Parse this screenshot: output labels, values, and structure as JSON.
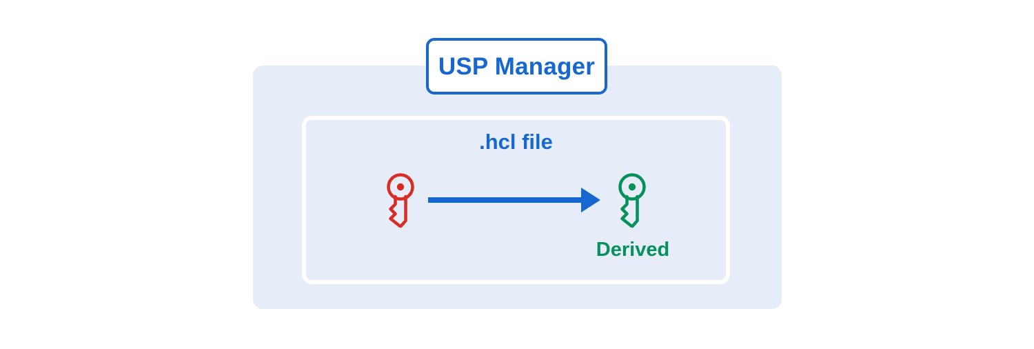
{
  "diagram": {
    "title": "USP Manager",
    "container": {
      "label": "USP Manager",
      "fill_color": "#e7ecf9",
      "border_color": "#1668d0"
    },
    "inner_box": {
      "label": ".hcl file",
      "fill_color": "#e7ecf9",
      "border_color": "#ffffff",
      "label_color": "#1668d0"
    },
    "nodes": [
      {
        "id": "source-key",
        "icon": "key-icon",
        "color": "#d82d24",
        "caption": ""
      },
      {
        "id": "derived-key",
        "icon": "key-icon",
        "color": "#07915a",
        "caption": "Derived"
      }
    ],
    "edges": [
      {
        "id": "derivation-arrow",
        "from": "source-key",
        "to": "derived-key",
        "style": "solid-arrow",
        "color": "#1668d0",
        "label": ""
      }
    ],
    "colors": {
      "blue": "#1668d0",
      "green": "#07915a",
      "red": "#d82d24",
      "panel": "#e7ecf9",
      "white": "#ffffff"
    }
  }
}
